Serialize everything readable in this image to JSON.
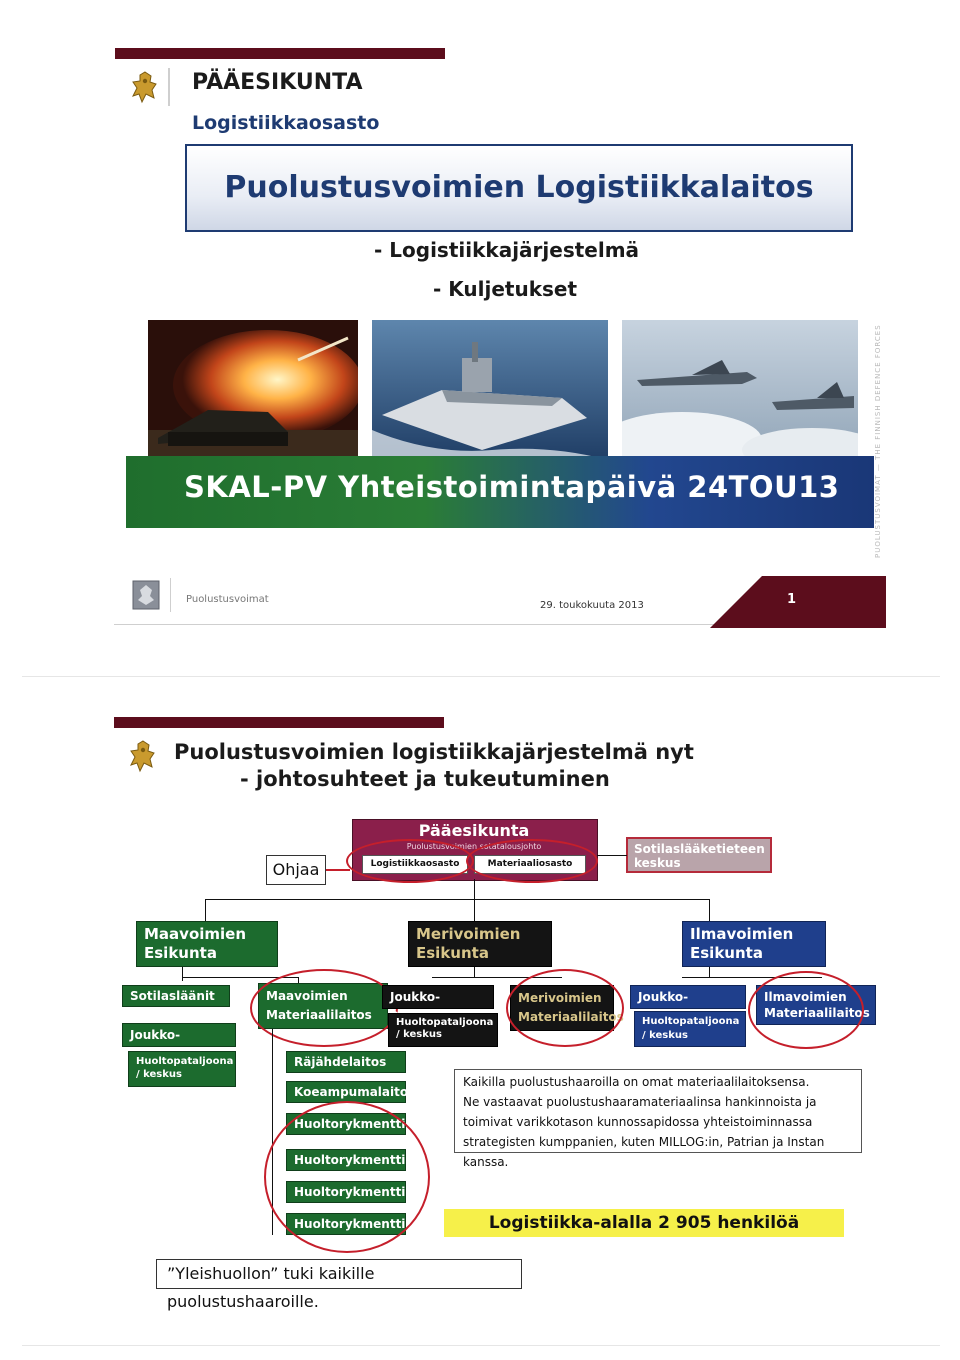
{
  "slide1": {
    "org": "PÄÄESIKUNTA",
    "dept": "Logistiikkaosasto",
    "title": "Puolustusvoimien Logistiikkalaitos",
    "bullets": [
      "- Logistiikkajärjestelmä",
      "- Kuljetukset"
    ],
    "banner": "SKAL-PV Yhteistoimintapäivä 24TOU13",
    "side_text": "PUOLUSTUSVOIMAT — THE FINNISH DEFENCE FORCES",
    "footer_org": "Puolustusvoimat",
    "footer_date": "29. toukokuuta 2013",
    "page_number": "1"
  },
  "slide2": {
    "title_line1": "Puolustusvoimien logistiikkajärjestelmä nyt",
    "title_line2": "- johtosuhteet ja tukeutuminen",
    "hq": {
      "title": "Pääesikunta",
      "sub": "Puolustusvoimien sotatalousjohto",
      "unit1": "Logistiikkaosasto",
      "unit2": "Materiaaliosasto"
    },
    "ohjaa": "Ohjaa",
    "medical": "Sotilaslääketieteen keskus",
    "army": {
      "hq": "Maavoimien Esikunta",
      "surgeon": "Sotilasläänit",
      "joukko": "Joukko-osastot",
      "huolto": "Huoltopataljoona / keskus",
      "materiel": "Maavoimien Materiaalilaitos",
      "subunits": [
        "Räjähdelaitos",
        "Koeampumalaitos",
        "Huoltorykmentti",
        "Huoltorykmentti",
        "Huoltorykmentti",
        "Huoltorykmentti"
      ]
    },
    "navy": {
      "hq": "Merivoimien Esikunta",
      "joukko": "Joukko-osastot",
      "huolto": "Huoltopataljoona / keskus",
      "materiel": "Merivoimien Materiaalilaitos"
    },
    "air": {
      "hq": "Ilmavoimien Esikunta",
      "joukko": "Joukko-osastot",
      "huolto": "Huoltopataljoona / keskus",
      "materiel": "Ilmavoimien Materiaalilaitos"
    },
    "note_lines": [
      "Kaikilla puolustushaaroilla on omat materiaalilaitoksensa.",
      "Ne vastaavat puolustushaaramateriaalinsa hankinnoista ja",
      "toimivat varikkotason kunnossapidossa yhteistoiminnassa",
      "strategisten kumppanien, kuten MILLOG:in, Patrian ja Instan kanssa."
    ],
    "highlight": "Logistiikka-alalla 2 905 henkilöä",
    "bottom_note": "”Yleishuollon” tuki kaikille puolustushaaroille."
  },
  "colors": {
    "maroon": "#5c0d1c",
    "navy_text": "#1e3b72",
    "army_green": "#1c6b2e",
    "navy_black": "#141414",
    "air_blue": "#1f3f8c",
    "hq_magenta": "#8b1f4b",
    "medical_red": "#b52a3a",
    "ring_red": "#c51f2b",
    "highlight_yellow": "#f6f04a"
  }
}
